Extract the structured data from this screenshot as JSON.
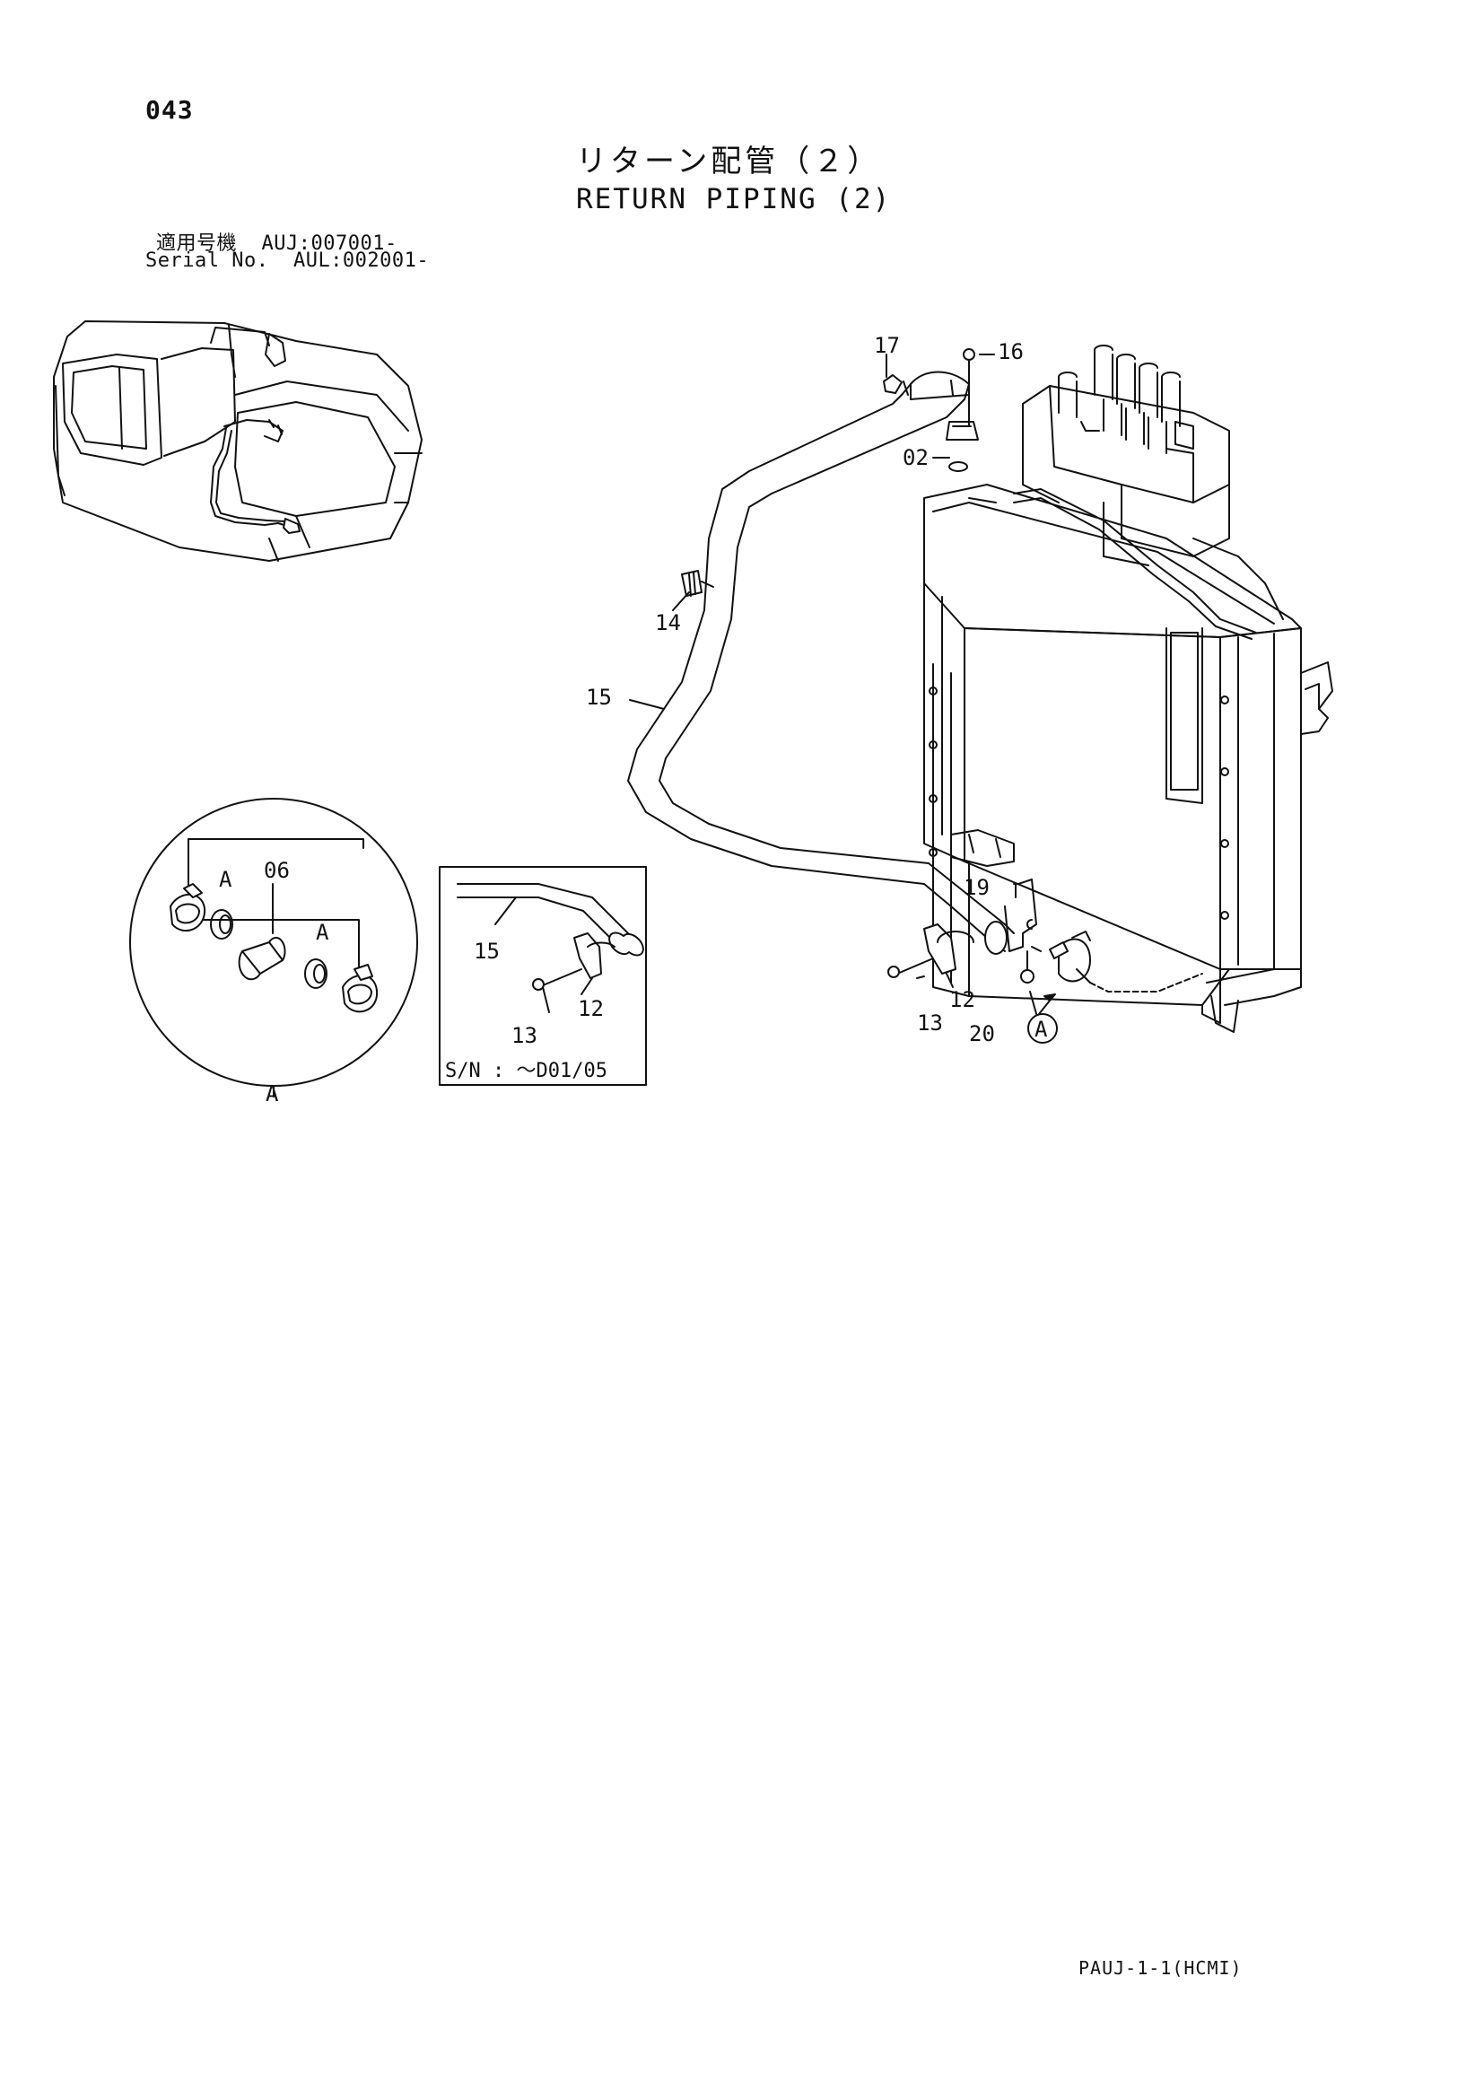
{
  "page": {
    "number": "043",
    "title_jp": "リターン配管（２）",
    "title_en": "RETURN PIPING (2)",
    "serial_label_jp": "適用号機",
    "serial_value_jp": "AUJ:007001-",
    "serial_label_en": "Serial No.",
    "serial_value_en": "AUL:002001-",
    "footer_code": "PAUJ-1-1(HCMI)"
  },
  "main_callouts": {
    "c17": "17",
    "c16": "16",
    "c02": "02",
    "c14": "14",
    "c15": "15",
    "c19": "19",
    "c13": "13",
    "c12": "12",
    "c20": "20",
    "view_marker": "A"
  },
  "detail_a": {
    "c06": "06",
    "marker_left": "A",
    "marker_right": "A",
    "view_label": "A"
  },
  "inset_box": {
    "c15": "15",
    "c12": "12",
    "c13": "13",
    "sn_note": "S/N : ～D01/05"
  }
}
